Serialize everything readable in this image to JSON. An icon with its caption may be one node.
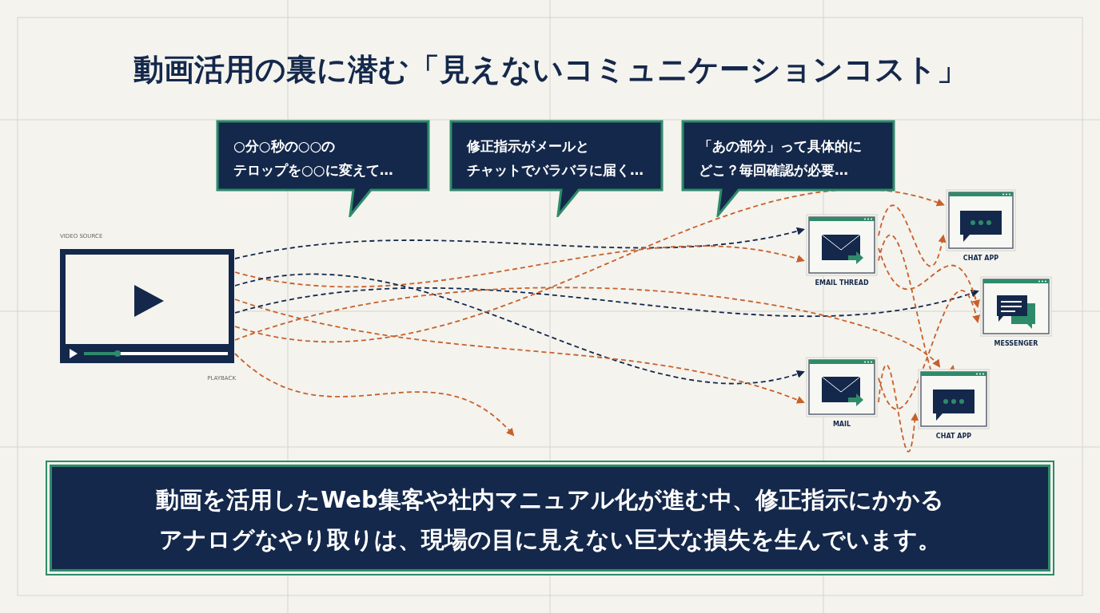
{
  "diagram": {
    "title": "動画活用の裏に潜む「見えないコミュニケーションコスト」",
    "nodes": [
      {
        "text": [
          "○分○秒の○○のテロップを○○に変えて…"
        ]
      },
      {
        "text": [
          "修正指示がメールとチャットでバラバラに届く…"
        ]
      },
      {
        "text": [
          "「あの部分」って具体的にどこ？毎回確認が必要…"
        ]
      },
      {
        "text": [],
        "shape": "box",
        "beside": [
          "VIDEO SOURCE",
          "PLAYBACK"
        ]
      },
      {
        "text": [
          "EMAIL THREAD"
        ]
      },
      {
        "text": [
          "CHAT APP"
        ]
      },
      {
        "text": [
          "MESSENGER"
        ]
      },
      {
        "text": [
          "MAIL"
        ]
      },
      {
        "text": [
          "CHAT APP"
        ]
      },
      {
        "text": [
          "動画を活用したWeb集客や社内マニュアル化が進む中、修正指示にかかるアナログなやり取りは、現場の目に見えない巨大な損失を生んでいます。"
        ]
      }
    ],
    "edges": [
      {
        "from": 3,
        "to": 4,
        "arrow": "to",
        "color": "#14284b"
      },
      {
        "from": 3,
        "to": 4,
        "arrow": "to"
      },
      {
        "from": 3,
        "to": 7,
        "arrow": "to",
        "color": "#14284b"
      },
      {
        "from": 3,
        "to": 7,
        "arrow": "to"
      },
      {
        "from": 3,
        "to": 6,
        "arrow": "to",
        "color": "#14284b"
      },
      {
        "from": 3,
        "to": 5,
        "arrow": "to"
      },
      {
        "from": 3,
        "to": 8,
        "arrow": "to"
      },
      {
        "from": 3,
        "to": null,
        "arrow": "to"
      },
      {
        "from": 4,
        "to": 5,
        "arrow": "to"
      },
      {
        "from": 4,
        "to": 6,
        "arrow": "to"
      },
      {
        "from": 4,
        "to": 8,
        "arrow": "to"
      },
      {
        "from": 7,
        "to": 6,
        "arrow": "to"
      },
      {
        "from": 7,
        "to": 8,
        "arrow": "to"
      }
    ]
  }
}
